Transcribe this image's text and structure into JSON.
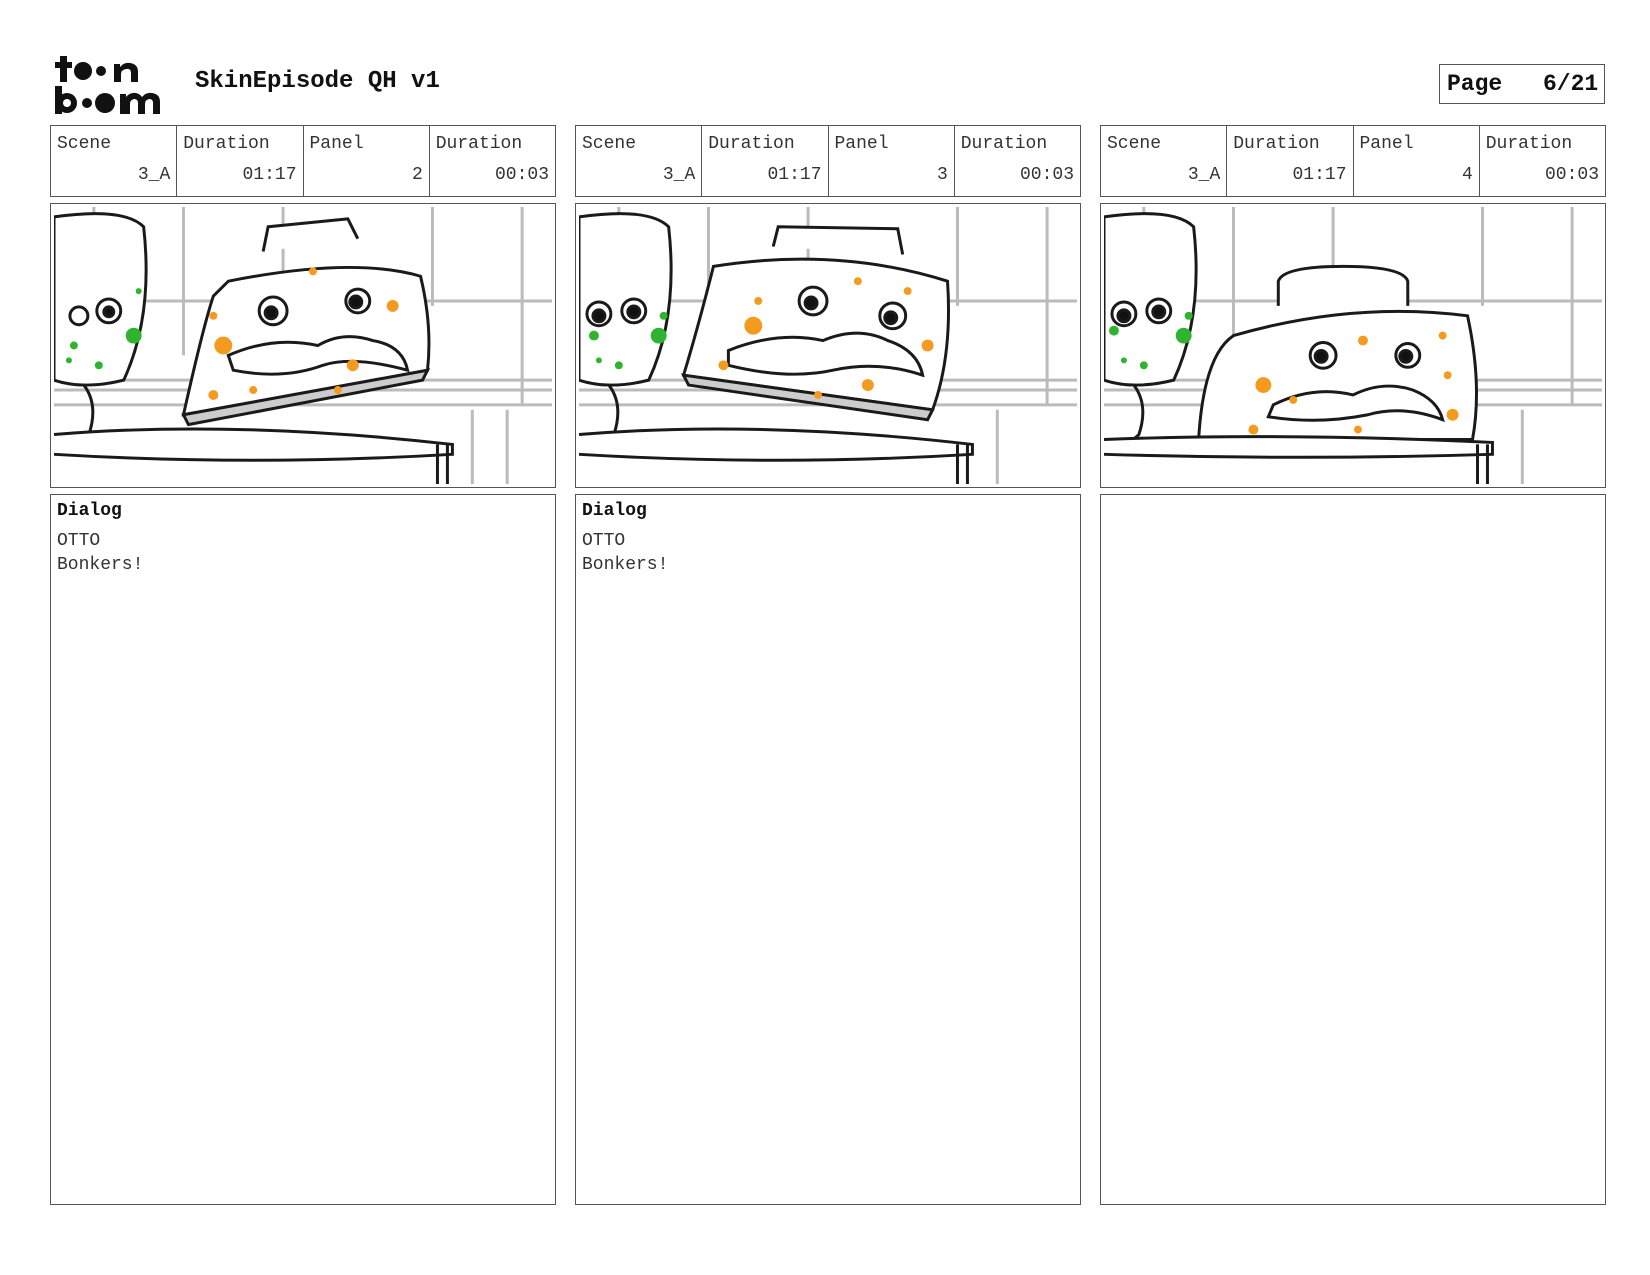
{
  "header": {
    "logo_text": "toon boom",
    "project_title": "SkinEpisode QH v1",
    "page_label": "Page",
    "page_number": "6/21"
  },
  "labels": {
    "scene": "Scene",
    "duration": "Duration",
    "panel": "Panel"
  },
  "panels": [
    {
      "scene": "3_A",
      "scene_duration": "01:17",
      "panel": "2",
      "panel_duration": "00:03",
      "dialog_title": "Dialog",
      "dialog_lines": [
        "OTTO",
        "Bonkers!"
      ]
    },
    {
      "scene": "3_A",
      "scene_duration": "01:17",
      "panel": "3",
      "panel_duration": "00:03",
      "dialog_title": "Dialog",
      "dialog_lines": [
        "OTTO",
        "Bonkers!"
      ]
    },
    {
      "scene": "3_A",
      "scene_duration": "01:17",
      "panel": "4",
      "panel_duration": "00:03",
      "dialog_title": "",
      "dialog_lines": []
    }
  ],
  "colors": {
    "spots_orange": "#f39a1f",
    "spots_green": "#2fb42f",
    "ink": "#1a1a1a"
  }
}
